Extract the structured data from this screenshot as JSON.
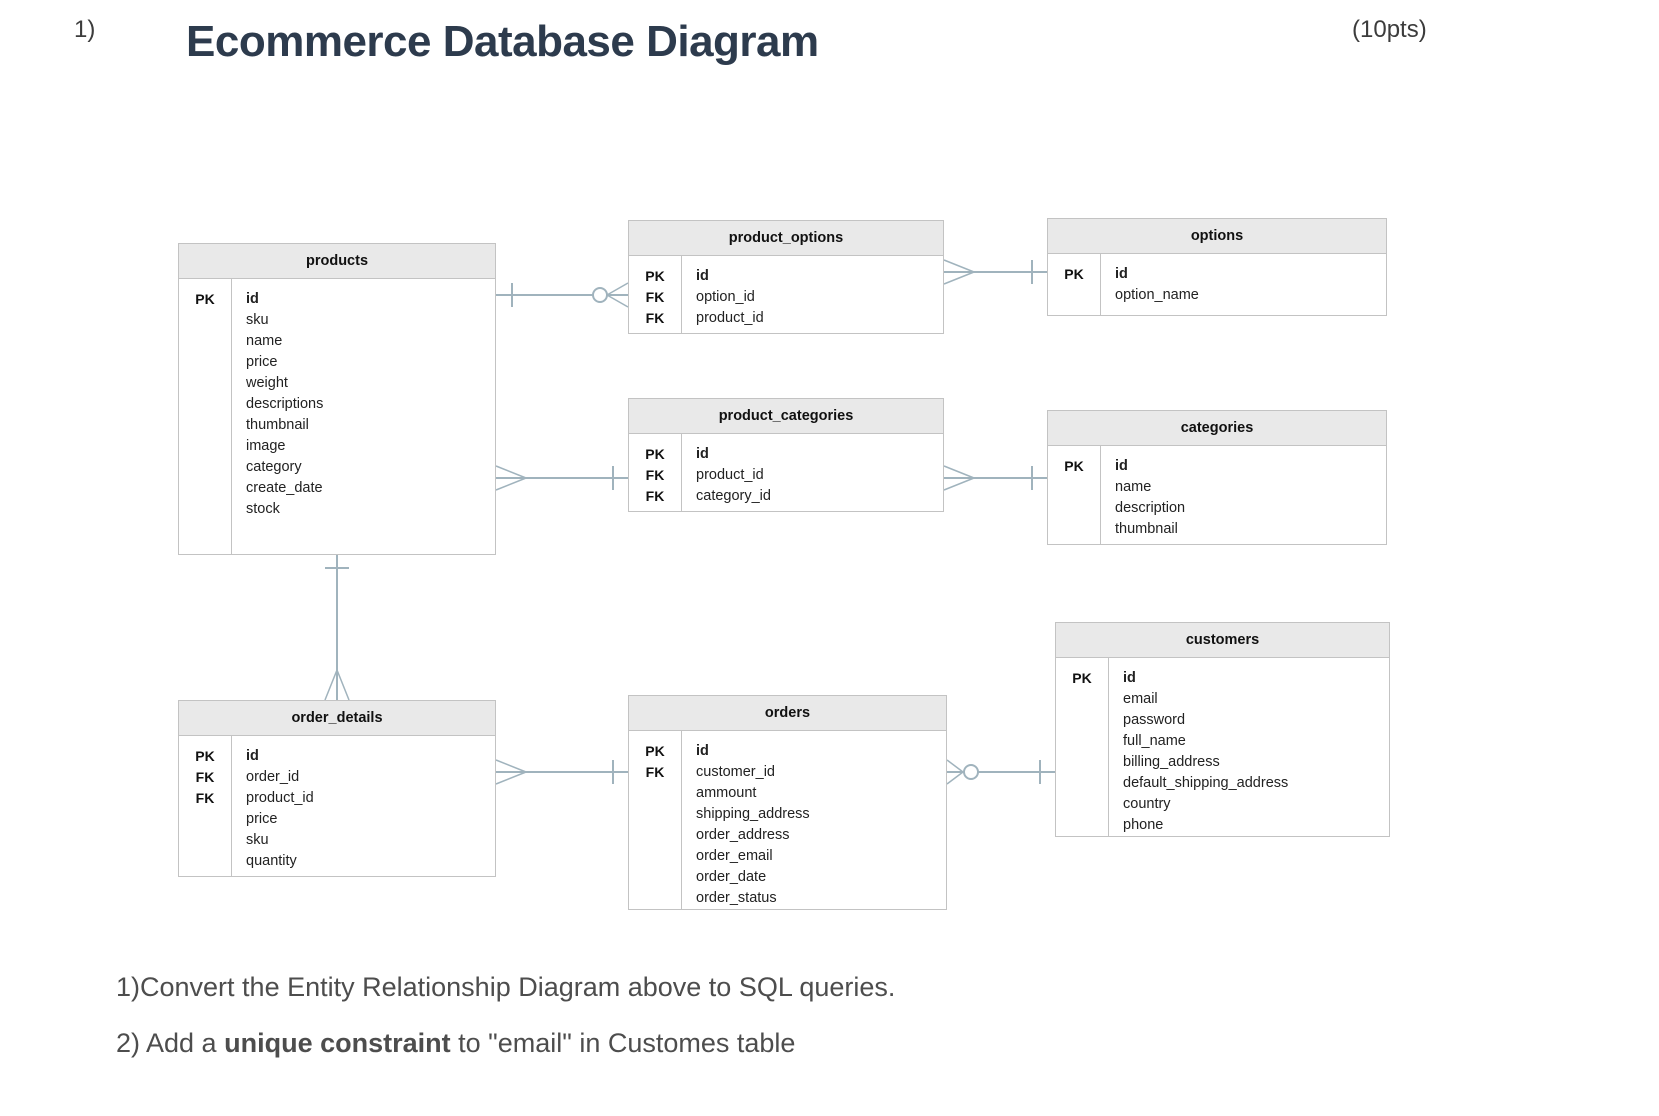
{
  "header": {
    "question_number": "1)",
    "title": "Ecommerce Database Diagram",
    "points": "(10pts)"
  },
  "colors": {
    "title_text": "#2d3b4d",
    "table_header_fill": "#e9e9e9",
    "table_border": "#c3c3c3",
    "connector": "#a0b3bd",
    "body_text": "#222222",
    "instruction_text": "#4d4d4d"
  },
  "tables": {
    "products": {
      "name": "products",
      "rows": [
        {
          "key": "PK",
          "field": "id"
        },
        {
          "key": "",
          "field": "sku"
        },
        {
          "key": "",
          "field": "name"
        },
        {
          "key": "",
          "field": "price"
        },
        {
          "key": "",
          "field": "weight"
        },
        {
          "key": "",
          "field": "descriptions"
        },
        {
          "key": "",
          "field": "thumbnail"
        },
        {
          "key": "",
          "field": "image"
        },
        {
          "key": "",
          "field": "category"
        },
        {
          "key": "",
          "field": "create_date"
        },
        {
          "key": "",
          "field": "stock"
        }
      ]
    },
    "product_options": {
      "name": "product_options",
      "rows": [
        {
          "key": "PK",
          "field": "id"
        },
        {
          "key": "FK",
          "field": "option_id"
        },
        {
          "key": "FK",
          "field": "product_id"
        }
      ]
    },
    "options": {
      "name": "options",
      "rows": [
        {
          "key": "PK",
          "field": "id"
        },
        {
          "key": "",
          "field": "option_name"
        }
      ]
    },
    "product_categories": {
      "name": "product_categories",
      "rows": [
        {
          "key": "PK",
          "field": "id"
        },
        {
          "key": "FK",
          "field": "product_id"
        },
        {
          "key": "FK",
          "field": "category_id"
        }
      ]
    },
    "categories": {
      "name": "categories",
      "rows": [
        {
          "key": "PK",
          "field": "id"
        },
        {
          "key": "",
          "field": "name"
        },
        {
          "key": "",
          "field": "description"
        },
        {
          "key": "",
          "field": "thumbnail"
        }
      ]
    },
    "customers": {
      "name": "customers",
      "rows": [
        {
          "key": "PK",
          "field": "id"
        },
        {
          "key": "",
          "field": "email"
        },
        {
          "key": "",
          "field": "password"
        },
        {
          "key": "",
          "field": "full_name"
        },
        {
          "key": "",
          "field": "billing_address"
        },
        {
          "key": "",
          "field": "default_shipping_address"
        },
        {
          "key": "",
          "field": "country"
        },
        {
          "key": "",
          "field": "phone"
        }
      ]
    },
    "order_details": {
      "name": "order_details",
      "rows": [
        {
          "key": "PK",
          "field": "id"
        },
        {
          "key": "FK",
          "field": "order_id"
        },
        {
          "key": "FK",
          "field": "product_id"
        },
        {
          "key": "",
          "field": "price"
        },
        {
          "key": "",
          "field": "sku"
        },
        {
          "key": "",
          "field": "quantity"
        }
      ]
    },
    "orders": {
      "name": "orders",
      "rows": [
        {
          "key": "PK",
          "field": "id"
        },
        {
          "key": "FK",
          "field": "customer_id"
        },
        {
          "key": "",
          "field": "ammount"
        },
        {
          "key": "",
          "field": "shipping_address"
        },
        {
          "key": "",
          "field": "order_address"
        },
        {
          "key": "",
          "field": "order_email"
        },
        {
          "key": "",
          "field": "order_date"
        },
        {
          "key": "",
          "field": "order_status"
        }
      ]
    }
  },
  "relationships": [
    {
      "from": "products",
      "to": "product_options",
      "from_end": "one",
      "to_end": "zero-or-many"
    },
    {
      "from": "product_options",
      "to": "options",
      "from_end": "many",
      "to_end": "one"
    },
    {
      "from": "products",
      "to": "product_categories",
      "from_end": "many",
      "to_end": "one"
    },
    {
      "from": "product_categories",
      "to": "categories",
      "from_end": "many",
      "to_end": "one"
    },
    {
      "from": "products",
      "to": "order_details",
      "from_end": "one",
      "to_end": "many"
    },
    {
      "from": "order_details",
      "to": "orders",
      "from_end": "many",
      "to_end": "one"
    },
    {
      "from": "orders",
      "to": "customers",
      "from_end": "zero-or-many",
      "to_end": "one"
    }
  ],
  "instructions": {
    "line1": "1)Convert the Entity Relationship Diagram above to SQL queries.",
    "line2_prefix": "2) Add a ",
    "line2_bold": "unique constraint",
    "line2_suffix": " to \"email\" in Customes table"
  }
}
